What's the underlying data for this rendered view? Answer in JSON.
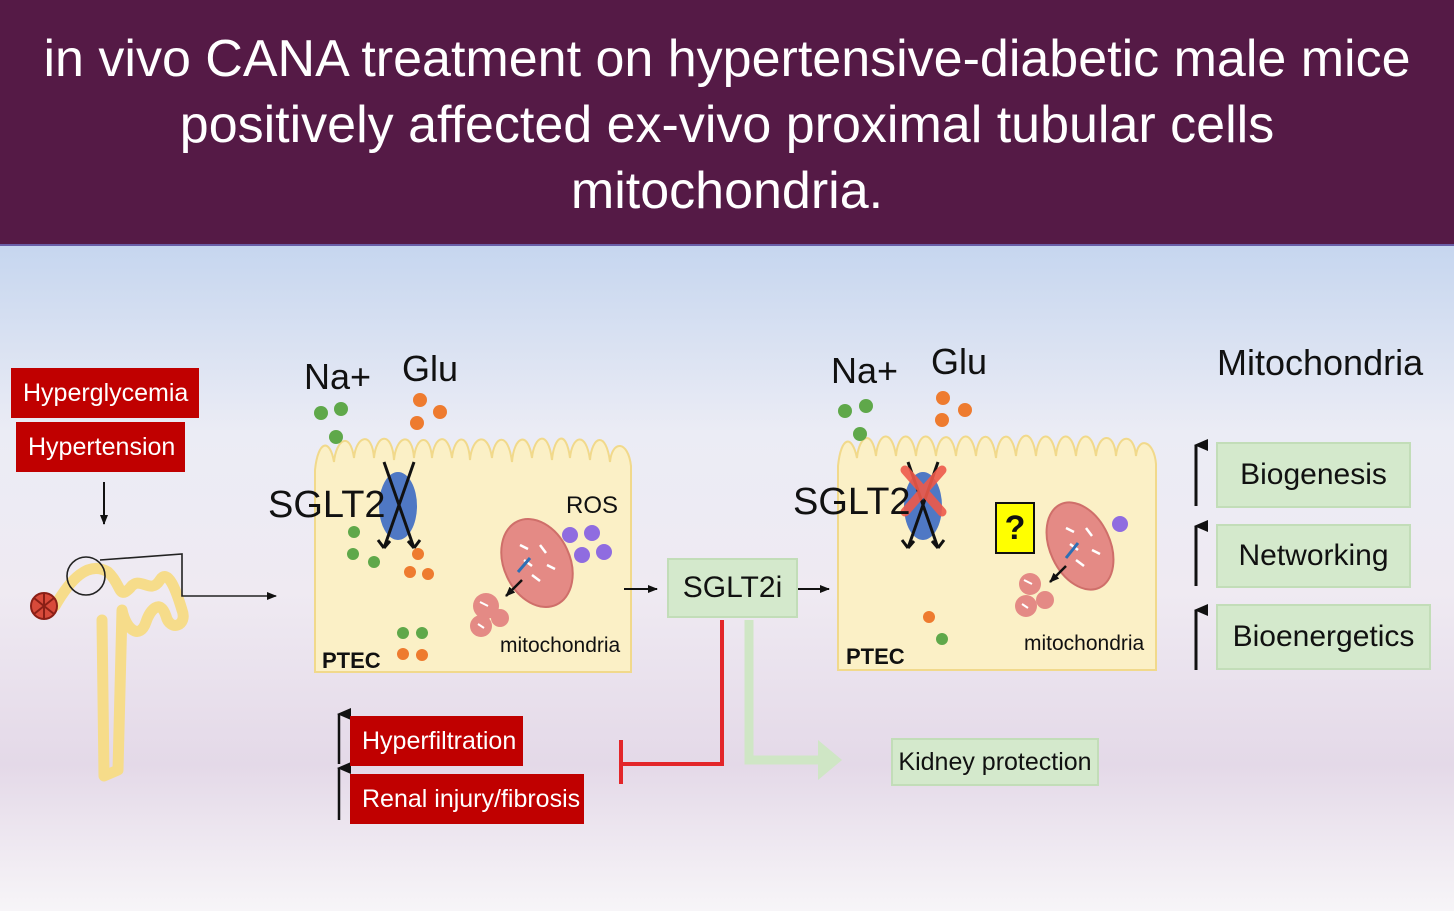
{
  "header": {
    "title": "in vivo CANA treatment on hypertensive-diabetic male mice positively affected ex-vivo proximal tubular cells mitochondria.",
    "background": "#551a46"
  },
  "conditions": [
    "Hyperglycemia",
    "Hypertension"
  ],
  "cell_left": {
    "na_label": "Na+",
    "glu_label": "Glu",
    "transporter_label": "SGLT2",
    "ros_label": "ROS",
    "cell_label": "PTEC",
    "mito_label": "mitochondria"
  },
  "inhibitor_label": "SGLT2i",
  "cell_right": {
    "na_label": "Na+",
    "glu_label": "Glu",
    "transporter_label": "SGLT2",
    "question_mark": "?",
    "cell_label": "PTEC",
    "mito_label": "mitochondria"
  },
  "effects": {
    "heading": "Mitochondria",
    "items": [
      "Biogenesis",
      "Networking",
      "Bioenergetics"
    ]
  },
  "outcomes_up": [
    "Hyperfiltration",
    "Renal injury/fibrosis"
  ],
  "protection_label": "Kidney protection",
  "colors": {
    "red_box": "#c00000",
    "green_box": "#d4e9cc",
    "cell_fill": "#fbf0c6",
    "na_dot": "#5fa84a",
    "glu_dot": "#ee7b2f",
    "ros_dot": "#8f6ce0",
    "mito": "#e48a85",
    "transporter": "#4f78c4",
    "inhibition_line": "#e3262a",
    "protection_arrow": "#cfe6c5"
  }
}
